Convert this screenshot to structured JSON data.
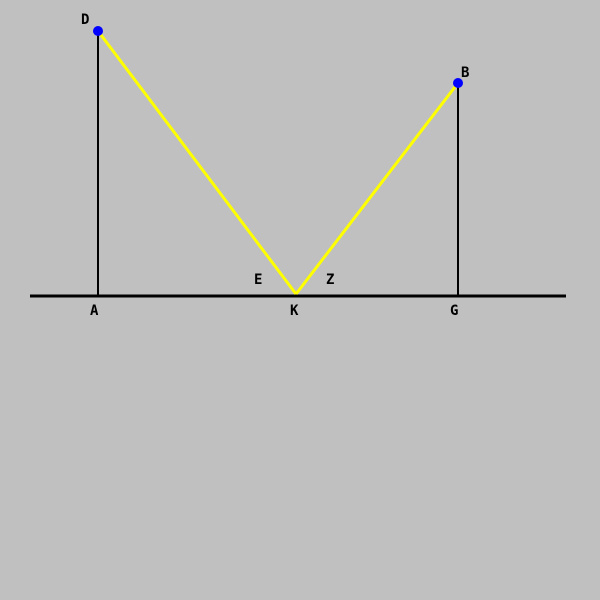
{
  "diagram": {
    "background_color": "#c0c0c0",
    "line_color": "#000000",
    "reflection_color": "#ffff00",
    "point_color": "#0000ff",
    "labels": {
      "D": "D",
      "B": "B",
      "A": "A",
      "K": "K",
      "G": "G",
      "E": "E",
      "Z": "Z"
    }
  }
}
